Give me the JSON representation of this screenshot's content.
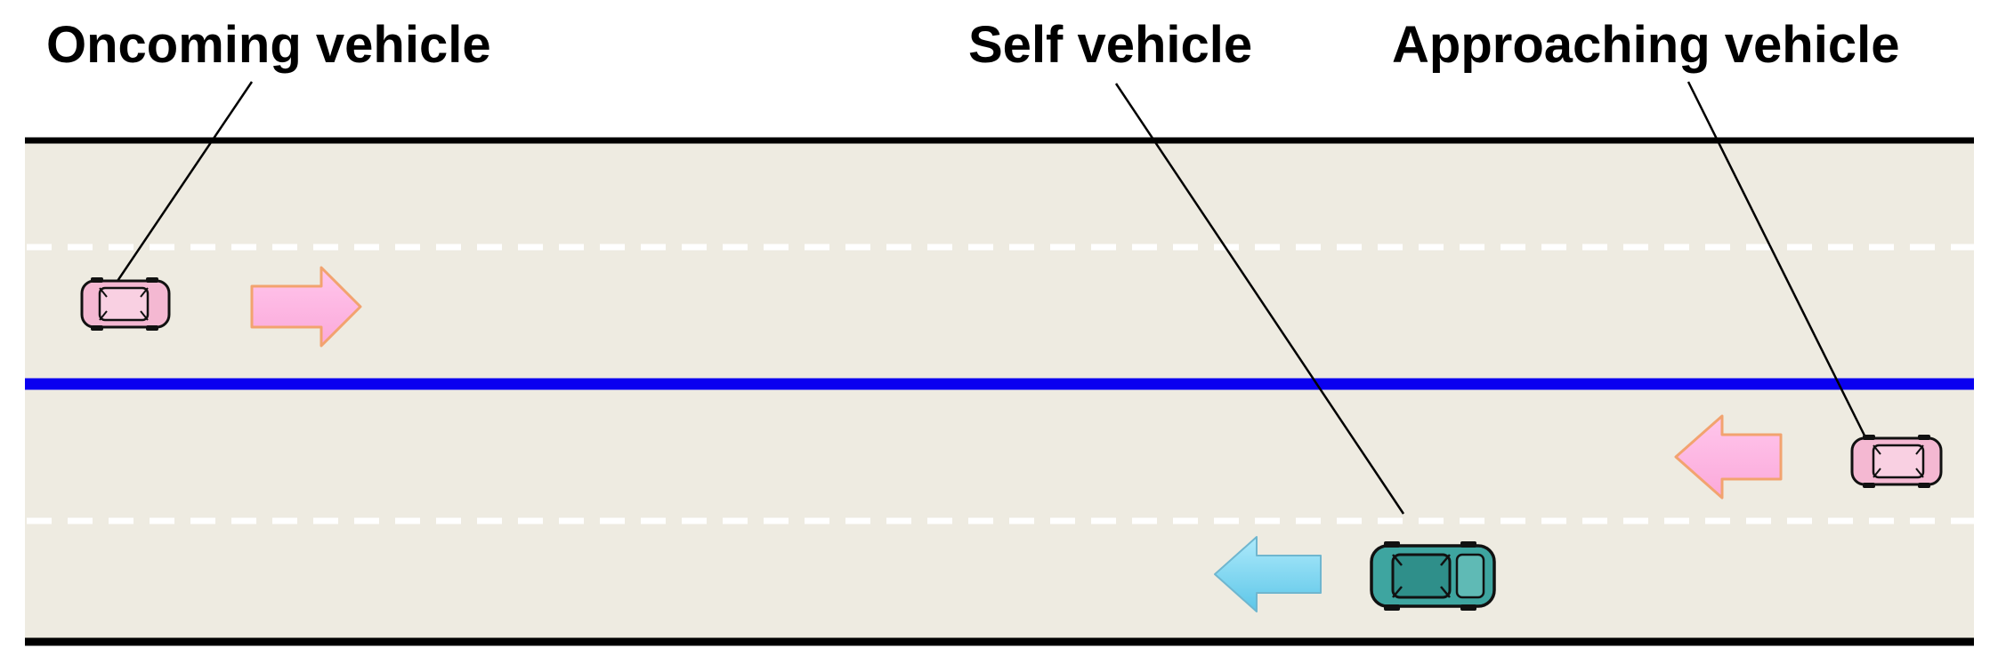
{
  "labels": {
    "oncoming": "Oncoming vehicle",
    "self": "Self vehicle",
    "approaching": "Approaching vehicle"
  },
  "colors": {
    "road": "#eeebe1",
    "edge_line": "#000000",
    "center_line": "#0a00f0",
    "lane_dash": "#ffffff",
    "other_vehicle_body": "#f4b8d2",
    "self_vehicle_body": "#3ea5a0",
    "other_direction_arrow": "#fdb9e4",
    "self_direction_arrow": "#7fd8f2"
  },
  "vehicles": [
    {
      "id": "oncoming",
      "direction": "right",
      "icon": "car-icon"
    },
    {
      "id": "approaching",
      "direction": "left",
      "icon": "car-icon"
    },
    {
      "id": "self",
      "direction": "left",
      "icon": "car-icon"
    }
  ]
}
